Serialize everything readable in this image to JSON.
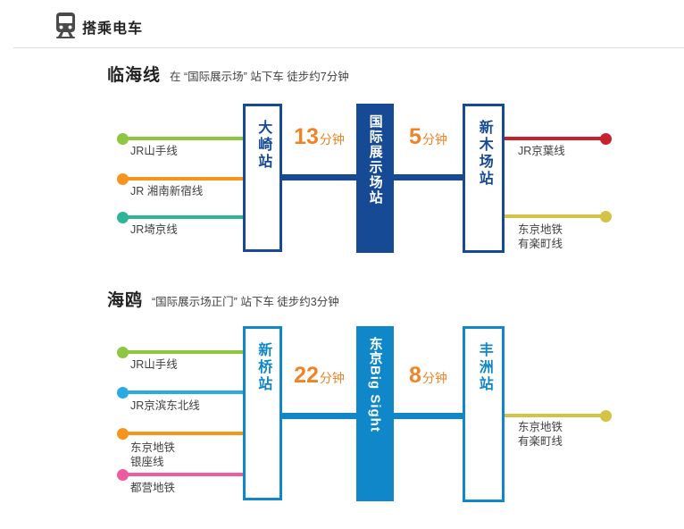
{
  "header": {
    "title": "搭乘电车",
    "icon": "train-icon",
    "icon_color": "#4a4a4a"
  },
  "sections": [
    {
      "title": "临海线",
      "subtitle": "在 “国际展示场” 站下车 徒步约7分钟",
      "theme_color": "#164a94",
      "time_color": "#f08326",
      "stations": [
        {
          "name": "大崎站",
          "style": "outline"
        },
        {
          "name": "国际展示场站",
          "style": "filled"
        },
        {
          "name": "新木场站",
          "style": "outline"
        }
      ],
      "times": [
        {
          "value": "13",
          "unit": "分钟"
        },
        {
          "value": "5",
          "unit": "分钟"
        }
      ],
      "left_lines": [
        {
          "labels": [
            "JR山手线"
          ],
          "color": "#8dc63f"
        },
        {
          "labels": [
            "JR 湘南新宿线"
          ],
          "color": "#f7941e"
        },
        {
          "labels": [
            "JR埼京线"
          ],
          "color": "#2db595"
        }
      ],
      "right_lines": [
        {
          "labels": [
            "JR京葉线"
          ],
          "color": "#c7222c"
        },
        {
          "labels": [
            "东京地铁",
            "有楽町线"
          ],
          "color": "#d5c345"
        }
      ]
    },
    {
      "title": "海鸥",
      "subtitle": "“国际展示场正门” 站下车 徒步约3分钟",
      "theme_color": "#0f87c9",
      "time_color": "#f08326",
      "stations": [
        {
          "name": "新桥站",
          "style": "outline"
        },
        {
          "name": "东京Big Sight",
          "style": "filled"
        },
        {
          "name": "丰洲站",
          "style": "outline"
        }
      ],
      "times": [
        {
          "value": "22",
          "unit": "分钟"
        },
        {
          "value": "8",
          "unit": "分钟"
        }
      ],
      "left_lines": [
        {
          "labels": [
            "JR山手线"
          ],
          "color": "#8dc63f"
        },
        {
          "labels": [
            "JR京滨东北线"
          ],
          "color": "#29aae1"
        },
        {
          "labels": [
            "东京地铁",
            "银座线"
          ],
          "color": "#f7941e"
        },
        {
          "labels": [
            "都营地铁"
          ],
          "color": "#ee5ba0"
        }
      ],
      "right_lines": [
        {
          "labels": [
            "东京地铁",
            "有楽町线"
          ],
          "color": "#d5c345"
        }
      ]
    }
  ]
}
